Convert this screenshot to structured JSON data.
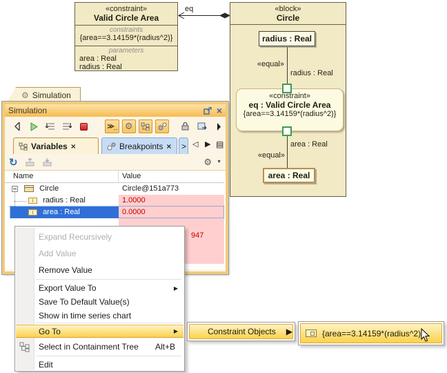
{
  "diagram": {
    "constraint_block": {
      "stereotype": "«constraint»",
      "name": "Valid Circle Area",
      "constraints_label": "constraints",
      "constraint_expr": "{area==3.14159*(radius^2)}",
      "parameters_label": "parameters",
      "parameters": [
        "area : Real",
        "radius : Real"
      ]
    },
    "connector_label": "eq",
    "block": {
      "stereotype": "«block»",
      "name": "Circle",
      "part_top": "radius : Real",
      "equal_top": "«equal»",
      "param_top": "radius : Real",
      "constraint_property": {
        "stereotype": "«constraint»",
        "name": "eq : Valid Circle Area",
        "expr": "{area==3.14159*(radius^2)}"
      },
      "param_bottom": "area : Real",
      "equal_bottom": "«equal»",
      "part_bottom": "area : Real"
    }
  },
  "window": {
    "dock_tab": "Simulation",
    "title": "Simulation",
    "console_button": "≫_",
    "tabs": [
      {
        "label": "Variables"
      },
      {
        "label": "Breakpoints"
      }
    ],
    "tab_overflow": ">",
    "table": {
      "columns": [
        "Name",
        "Value"
      ],
      "rows": [
        {
          "name": "Circle",
          "value": "Circle@151a773"
        },
        {
          "name": "radius : Real",
          "value": "1.0000"
        },
        {
          "name": "area : Real",
          "value": "0.0000"
        }
      ],
      "partial_value": "947"
    }
  },
  "menu": {
    "items": [
      {
        "label": "Expand Recursively",
        "enabled": false
      },
      {
        "label": "Add Value",
        "enabled": false
      },
      {
        "label": "Remove Value",
        "enabled": true
      },
      {
        "label": "Export Value To",
        "enabled": true,
        "submenu": true
      },
      {
        "label": "Save To Default Value(s)",
        "enabled": true
      },
      {
        "label": "Show in time series chart",
        "enabled": true
      },
      {
        "label": "Go To",
        "enabled": true,
        "submenu": true,
        "highlighted": true
      },
      {
        "label": "Select in Containment Tree",
        "enabled": true,
        "shortcut": "Alt+B"
      },
      {
        "label": "Edit",
        "enabled": true
      }
    ]
  },
  "submenus": {
    "go_to": {
      "items": [
        {
          "label": "Constraint Objects",
          "submenu": true
        }
      ]
    },
    "constraint_objects": {
      "items": [
        {
          "label": "{area==3.14159*(radius^2)}"
        }
      ]
    }
  },
  "icons": {
    "close_glyph": "×",
    "gear_glyph": "⚙",
    "caret_glyph": "▼",
    "refresh_glyph": "↻",
    "more_right_glyph": "▶",
    "nav_left_glyph": "◁",
    "nav_right_glyph": "▶",
    "list_glyph": "▤",
    "sub_arrow_glyph": "▶"
  },
  "colors": {
    "block_fill": "#F2E9C5",
    "window_frame": "#F1CB7D",
    "title_gradient_top": "#FEE3A6",
    "title_gradient_bottom": "#F6BB52",
    "selection_blue": "#306FD8",
    "value_error_bg": "#FFCFCF",
    "value_error_text": "#C00000",
    "menu_highlight": "#FBD24B",
    "port_green": "#3F9C4C"
  }
}
